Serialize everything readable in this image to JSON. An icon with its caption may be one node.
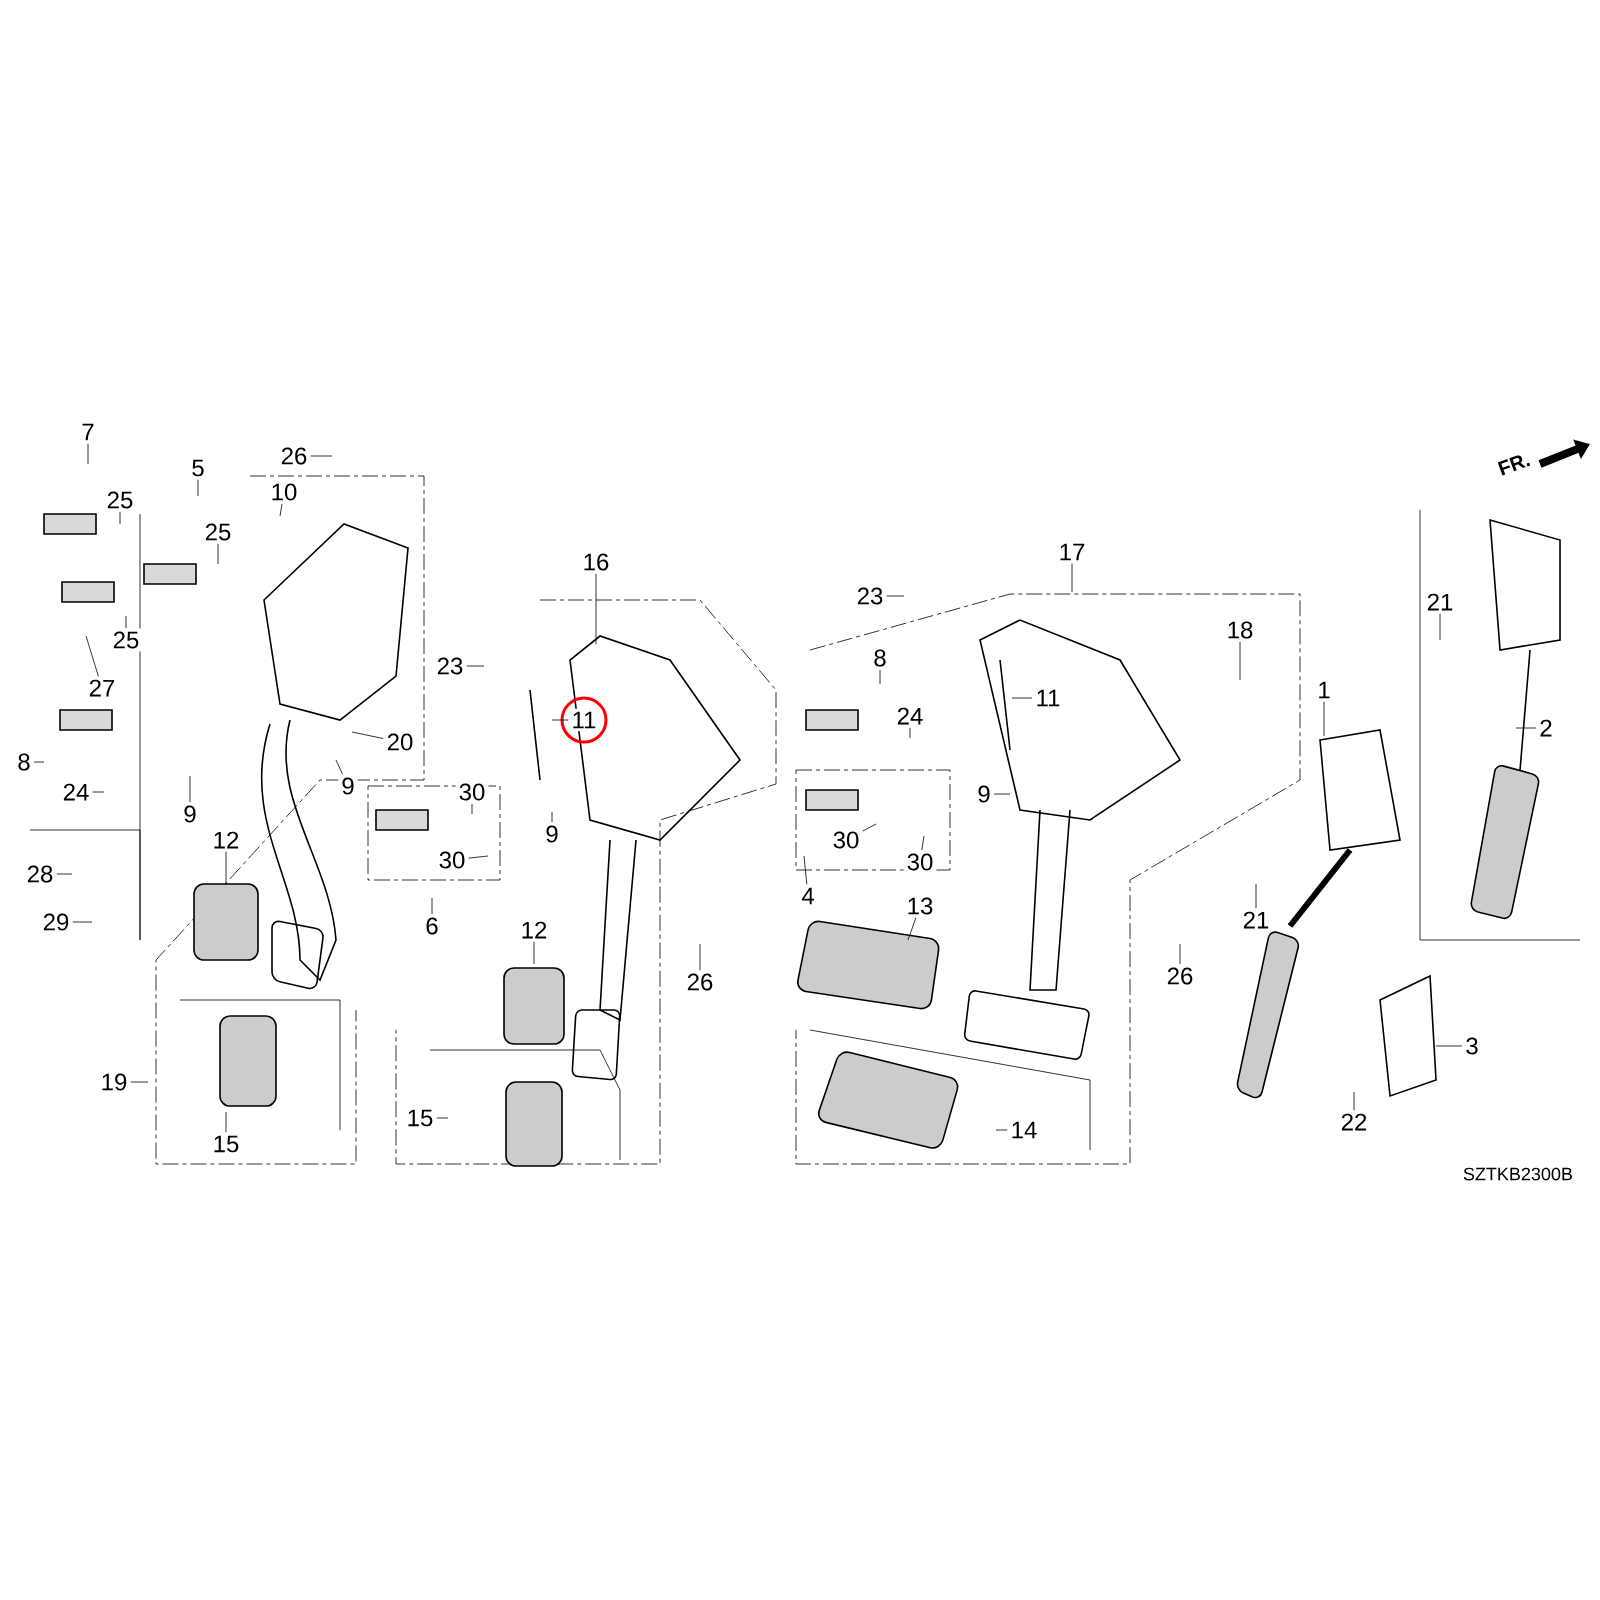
{
  "diagram": {
    "nodes": [
      {
        "text": [
          "7"
        ]
      },
      {
        "text": [
          "25"
        ]
      },
      {
        "text": [
          "5"
        ]
      },
      {
        "text": [
          "25"
        ]
      },
      {
        "text": [
          "26"
        ]
      },
      {
        "text": [
          "10"
        ]
      },
      {
        "text": [
          "25"
        ]
      },
      {
        "text": [
          "27"
        ]
      },
      {
        "text": [
          "8"
        ]
      },
      {
        "text": [
          "24"
        ]
      },
      {
        "text": [
          "9"
        ]
      },
      {
        "text": [
          "20"
        ]
      },
      {
        "text": [
          "9"
        ]
      },
      {
        "text": [
          "12"
        ]
      },
      {
        "text": [
          "28"
        ]
      },
      {
        "text": [
          "29"
        ]
      },
      {
        "text": [
          "19"
        ]
      },
      {
        "text": [
          "15"
        ]
      },
      {
        "text": [
          "16"
        ]
      },
      {
        "text": [
          "23"
        ]
      },
      {
        "text": [
          "11"
        ]
      },
      {
        "text": [
          "30"
        ]
      },
      {
        "text": [
          "30"
        ]
      },
      {
        "text": [
          "9"
        ]
      },
      {
        "text": [
          "6"
        ]
      },
      {
        "text": [
          "12"
        ]
      },
      {
        "text": [
          "26"
        ]
      },
      {
        "text": [
          "15"
        ]
      },
      {
        "text": [
          "23"
        ]
      },
      {
        "text": [
          "17"
        ]
      },
      {
        "text": [
          "11"
        ]
      },
      {
        "text": [
          "8"
        ]
      },
      {
        "text": [
          "24"
        ]
      },
      {
        "text": [
          "18"
        ]
      },
      {
        "text": [
          "9"
        ]
      },
      {
        "text": [
          "30"
        ]
      },
      {
        "text": [
          "30"
        ]
      },
      {
        "text": [
          "4"
        ]
      },
      {
        "text": [
          "13"
        ]
      },
      {
        "text": [
          "14"
        ]
      },
      {
        "text": [
          "26"
        ]
      },
      {
        "text": [
          "21"
        ]
      },
      {
        "text": [
          "1"
        ]
      },
      {
        "text": [
          "2"
        ]
      },
      {
        "text": [
          "21"
        ]
      },
      {
        "text": [
          "3"
        ]
      },
      {
        "text": [
          "22"
        ]
      }
    ],
    "edges": [
      {
        "from": 0,
        "to": null,
        "arrow": "none"
      },
      {
        "from": 1,
        "to": null,
        "arrow": "none"
      },
      {
        "from": 2,
        "to": null,
        "arrow": "none"
      },
      {
        "from": 3,
        "to": null,
        "arrow": "none"
      },
      {
        "from": 4,
        "to": null,
        "arrow": "none"
      },
      {
        "from": 5,
        "to": null,
        "arrow": "none"
      },
      {
        "from": 6,
        "to": null,
        "arrow": "none"
      },
      {
        "from": 7,
        "to": null,
        "arrow": "none"
      },
      {
        "from": 8,
        "to": null,
        "arrow": "none"
      },
      {
        "from": 9,
        "to": null,
        "arrow": "none"
      },
      {
        "from": 10,
        "to": null,
        "arrow": "none"
      },
      {
        "from": 11,
        "to": null,
        "arrow": "none"
      },
      {
        "from": 12,
        "to": null,
        "arrow": "none"
      },
      {
        "from": 13,
        "to": null,
        "arrow": "none"
      },
      {
        "from": 14,
        "to": null,
        "arrow": "none"
      },
      {
        "from": 15,
        "to": null,
        "arrow": "none"
      },
      {
        "from": 16,
        "to": null,
        "arrow": "none"
      },
      {
        "from": 17,
        "to": null,
        "arrow": "none"
      },
      {
        "from": 18,
        "to": null,
        "arrow": "none"
      },
      {
        "from": 19,
        "to": null,
        "arrow": "none"
      },
      {
        "from": 20,
        "to": null,
        "arrow": "none"
      },
      {
        "from": 21,
        "to": null,
        "arrow": "none"
      },
      {
        "from": 22,
        "to": null,
        "arrow": "none"
      },
      {
        "from": 23,
        "to": null,
        "arrow": "none"
      },
      {
        "from": 24,
        "to": null,
        "arrow": "none"
      },
      {
        "from": 25,
        "to": null,
        "arrow": "none"
      },
      {
        "from": 26,
        "to": null,
        "arrow": "none"
      },
      {
        "from": 27,
        "to": null,
        "arrow": "none"
      },
      {
        "from": 28,
        "to": null,
        "arrow": "none"
      },
      {
        "from": 29,
        "to": null,
        "arrow": "none"
      },
      {
        "from": 30,
        "to": null,
        "arrow": "none"
      },
      {
        "from": 31,
        "to": null,
        "arrow": "none"
      },
      {
        "from": 32,
        "to": null,
        "arrow": "none"
      },
      {
        "from": 33,
        "to": null,
        "arrow": "none"
      },
      {
        "from": 34,
        "to": null,
        "arrow": "none"
      },
      {
        "from": 35,
        "to": null,
        "arrow": "none"
      },
      {
        "from": 36,
        "to": null,
        "arrow": "none"
      },
      {
        "from": 37,
        "to": null,
        "arrow": "none"
      },
      {
        "from": 38,
        "to": null,
        "arrow": "none"
      },
      {
        "from": 39,
        "to": null,
        "arrow": "none"
      },
      {
        "from": 40,
        "to": null,
        "arrow": "none"
      },
      {
        "from": 41,
        "to": null,
        "arrow": "none"
      },
      {
        "from": 42,
        "to": null,
        "arrow": "none"
      },
      {
        "from": 43,
        "to": null,
        "arrow": "none"
      },
      {
        "from": 44,
        "to": null,
        "arrow": "none"
      },
      {
        "from": 45,
        "to": null,
        "arrow": "none"
      },
      {
        "from": 46,
        "to": null,
        "arrow": "none"
      }
    ],
    "labels": [
      "FR.",
      "SZTKB2300B"
    ]
  }
}
